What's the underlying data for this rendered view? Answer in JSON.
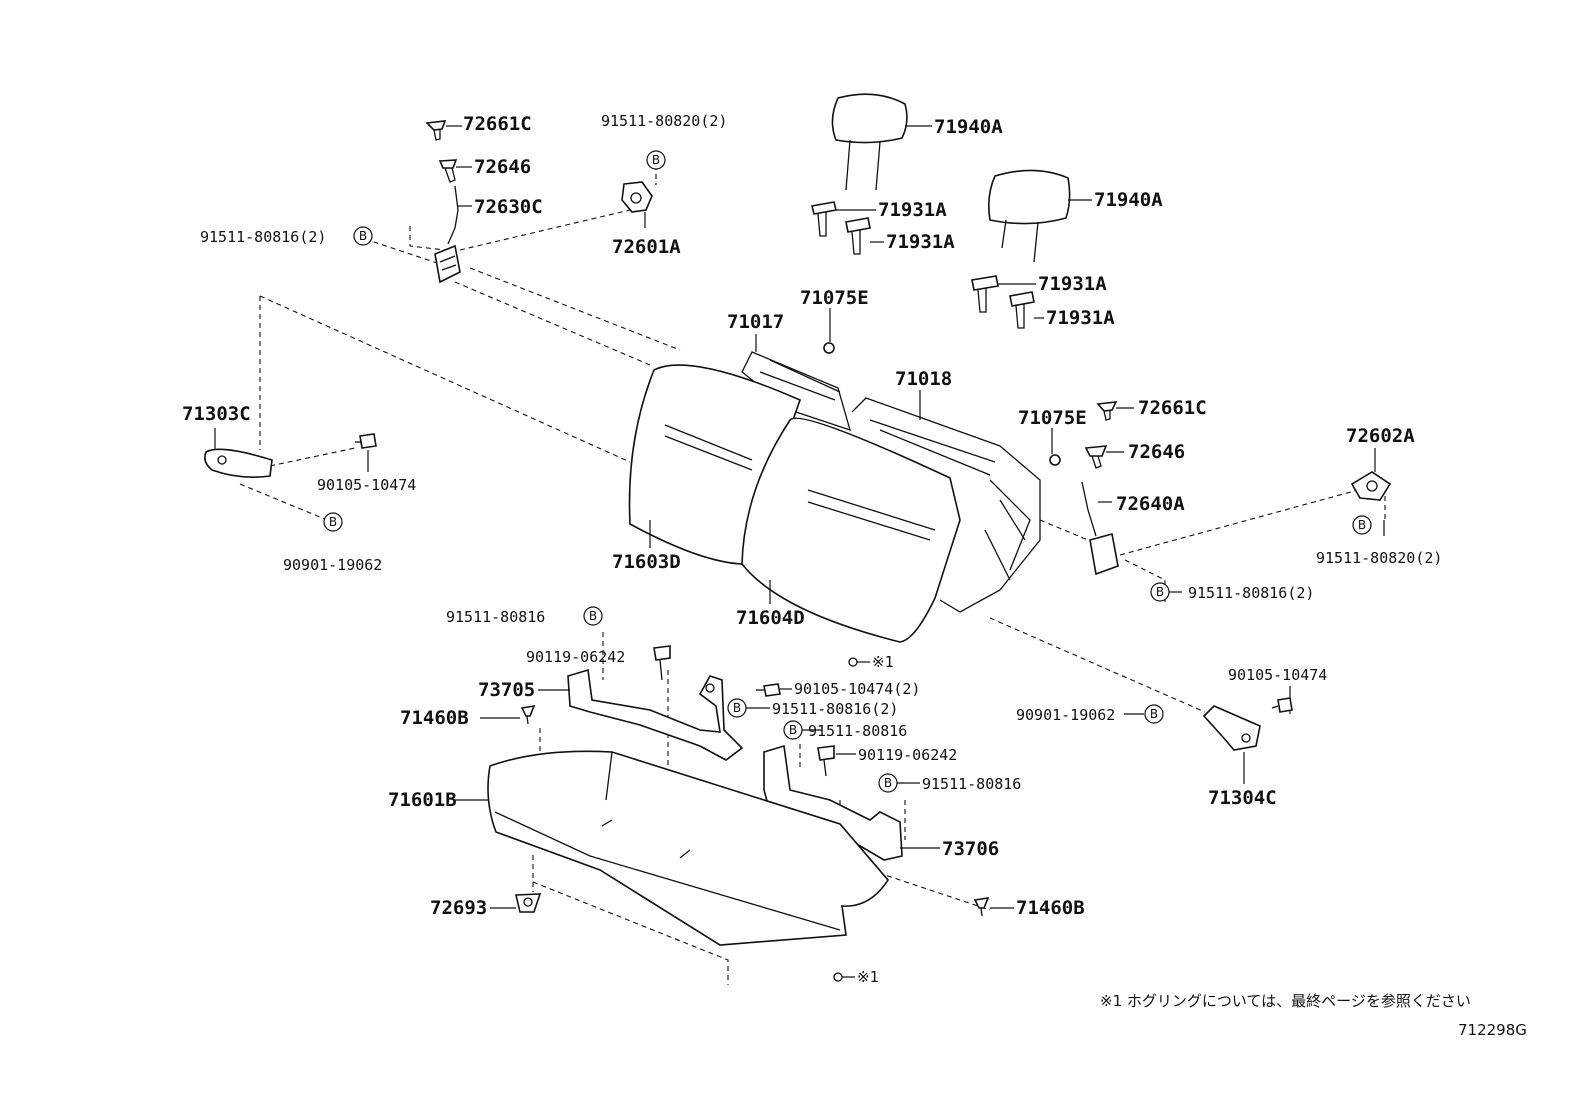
{
  "labels": {
    "p72661C_a": "72661C",
    "p72646_a": "72646",
    "p72630C": "72630C",
    "p91511_80816_2_a": "91511-80816(2)",
    "p91511_80820_2_a": "91511-80820(2)",
    "p72601A": "72601A",
    "p71940A_a": "71940A",
    "p71940A_b": "71940A",
    "p71931A_a": "71931A",
    "p71931A_b": "71931A",
    "p71931A_c": "71931A",
    "p71931A_d": "71931A",
    "p71017": "71017",
    "p71075E_a": "71075E",
    "p71018": "71018",
    "p71075E_b": "71075E",
    "p72661C_b": "72661C",
    "p72646_b": "72646",
    "p72640A": "72640A",
    "p72602A": "72602A",
    "p91511_80820_2_b": "91511-80820(2)",
    "p91511_80816_2_b": "91511-80816(2)",
    "p71303C": "71303C",
    "p90105_10474_a": "90105-10474",
    "p90901_19062_a": "90901-19062",
    "p71603D": "71603D",
    "p71604D": "71604D",
    "p91511_80816_a": "91511-80816",
    "p90119_06242_a": "90119-06242",
    "p73705": "73705",
    "p90105_10474_2": "90105-10474(2)",
    "p91511_80816_2_c": "91511-80816(2)",
    "p71460B_a": "71460B",
    "p91511_80816_b": "91511-80816",
    "p90119_06242_b": "90119-06242",
    "p91511_80816_c": "91511-80816",
    "p71601B": "71601B",
    "p73706": "73706",
    "p72693": "72693",
    "p71460B_b": "71460B",
    "p90105_10474_b": "90105-10474",
    "p90901_19062_b": "90901-19062",
    "p71304C": "71304C",
    "ref1_a": "※1",
    "ref1_b": "※1"
  },
  "b_marker": "B",
  "footnote": "※1 ホグリングについては、最終ページを参照ください",
  "diagram_code": "712298G"
}
